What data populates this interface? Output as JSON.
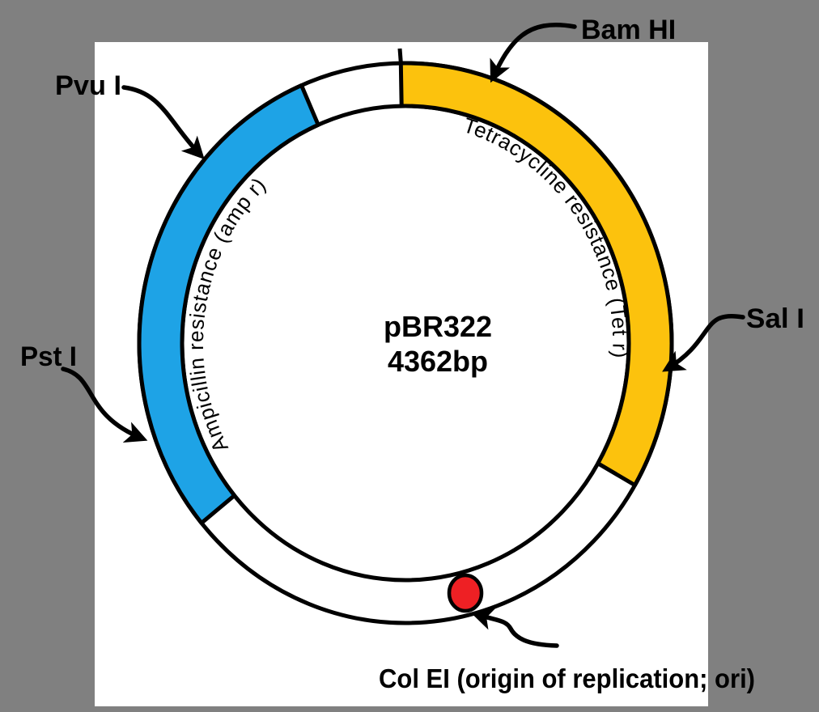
{
  "diagram": {
    "title": "pBR322",
    "size": "4362bp",
    "genes": {
      "tet": {
        "label": "Tetracycline resistance (Tet r)"
      },
      "amp": {
        "label": "Ampicillin resistance (amp r)"
      }
    },
    "origin": {
      "label": "Col EI (origin of replication; ori)"
    },
    "sites": {
      "bam_hi": "Bam HI",
      "pvu_i": "Pvu I",
      "pst_i": "Pst I",
      "sal_i": "Sal I"
    }
  },
  "colors": {
    "background": "#808080",
    "canvas": "#ffffff",
    "tet_arc": "#fcc20d",
    "amp_arc": "#1ea3e6",
    "ori_dot": "#ee2024",
    "outline": "#000000"
  }
}
